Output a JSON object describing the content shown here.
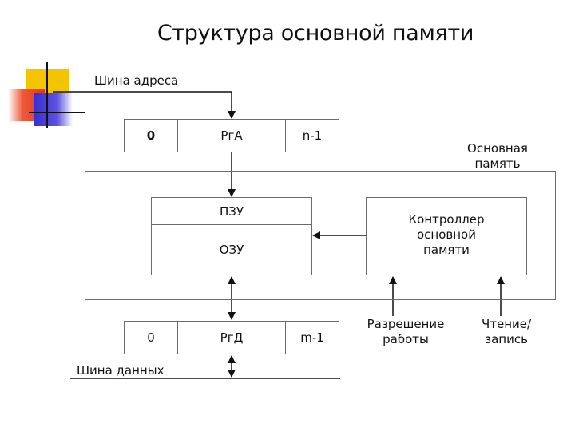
{
  "title": "Структура основной памяти",
  "address_bus": {
    "label": "Шина адреса"
  },
  "data_bus": {
    "label": "Шина данных"
  },
  "address_register": {
    "left": "0",
    "middle": "РгА",
    "right": "n-1"
  },
  "data_register": {
    "left": "0",
    "middle": "РгД",
    "right": "m-1"
  },
  "main_memory": {
    "label_line1": "Основная",
    "label_line2": "память"
  },
  "rom": {
    "label": "ПЗУ"
  },
  "ram": {
    "label": "ОЗУ"
  },
  "controller": {
    "line1": "Контроллер",
    "line2": "основной",
    "line3": "памяти"
  },
  "signals": {
    "enable_line1": "Разрешение",
    "enable_line2": "работы",
    "rw_line1": "Чтение/",
    "rw_line2": "запись"
  },
  "colors": {
    "accent_yellow": "#f5c400",
    "accent_red": "#e8341c",
    "accent_blue": "#3a2fd0",
    "line": "#111111",
    "border": "#6b6b6b"
  }
}
